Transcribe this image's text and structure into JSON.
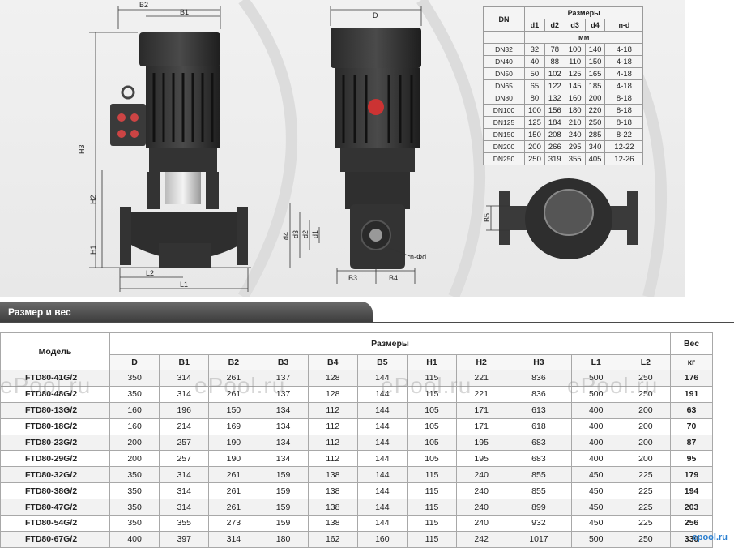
{
  "drawing": {
    "labels": {
      "b2": "B2",
      "b1": "B1",
      "d": "D",
      "h3": "H3",
      "h2": "H2",
      "h1": "H1",
      "l2": "L2",
      "l1": "L1",
      "d4": "d4",
      "d3": "d3",
      "d2": "d2",
      "d1": "d1",
      "b3": "B3",
      "b4": "B4",
      "nd": "n-Φd",
      "b5": "B5"
    }
  },
  "dn_table": {
    "col_dn": "DN",
    "group": "Размеры",
    "cols": [
      "d1",
      "d2",
      "d3",
      "d4",
      "n-d"
    ],
    "unit": "мм",
    "rows": [
      [
        "DN32",
        "32",
        "78",
        "100",
        "140",
        "4-18"
      ],
      [
        "DN40",
        "40",
        "88",
        "110",
        "150",
        "4-18"
      ],
      [
        "DN50",
        "50",
        "102",
        "125",
        "165",
        "4-18"
      ],
      [
        "DN65",
        "65",
        "122",
        "145",
        "185",
        "4-18"
      ],
      [
        "DN80",
        "80",
        "132",
        "160",
        "200",
        "8-18"
      ],
      [
        "DN100",
        "100",
        "156",
        "180",
        "220",
        "8-18"
      ],
      [
        "DN125",
        "125",
        "184",
        "210",
        "250",
        "8-18"
      ],
      [
        "DN150",
        "150",
        "208",
        "240",
        "285",
        "8-22"
      ],
      [
        "DN200",
        "200",
        "266",
        "295",
        "340",
        "12-22"
      ],
      [
        "DN250",
        "250",
        "319",
        "355",
        "405",
        "12-26"
      ]
    ]
  },
  "section": {
    "title": "Размер и вес"
  },
  "main_table": {
    "model_header": "Модель",
    "dims_header": "Размеры",
    "weight_header": "Вес",
    "weight_unit": "кг",
    "cols": [
      "D",
      "B1",
      "B2",
      "B3",
      "B4",
      "B5",
      "H1",
      "H2",
      "H3",
      "L1",
      "L2"
    ],
    "rows": [
      [
        "FTD80-41G/2",
        "350",
        "314",
        "261",
        "137",
        "128",
        "144",
        "115",
        "221",
        "836",
        "500",
        "250",
        "176"
      ],
      [
        "FTD80-48G/2",
        "350",
        "314",
        "261",
        "137",
        "128",
        "144",
        "115",
        "221",
        "836",
        "500",
        "250",
        "191"
      ],
      [
        "FTD80-13G/2",
        "160",
        "196",
        "150",
        "134",
        "112",
        "144",
        "105",
        "171",
        "613",
        "400",
        "200",
        "63"
      ],
      [
        "FTD80-18G/2",
        "160",
        "214",
        "169",
        "134",
        "112",
        "144",
        "105",
        "171",
        "618",
        "400",
        "200",
        "70"
      ],
      [
        "FTD80-23G/2",
        "200",
        "257",
        "190",
        "134",
        "112",
        "144",
        "105",
        "195",
        "683",
        "400",
        "200",
        "87"
      ],
      [
        "FTD80-29G/2",
        "200",
        "257",
        "190",
        "134",
        "112",
        "144",
        "105",
        "195",
        "683",
        "400",
        "200",
        "95"
      ],
      [
        "FTD80-32G/2",
        "350",
        "314",
        "261",
        "159",
        "138",
        "144",
        "115",
        "240",
        "855",
        "450",
        "225",
        "179"
      ],
      [
        "FTD80-38G/2",
        "350",
        "314",
        "261",
        "159",
        "138",
        "144",
        "115",
        "240",
        "855",
        "450",
        "225",
        "194"
      ],
      [
        "FTD80-47G/2",
        "350",
        "314",
        "261",
        "159",
        "138",
        "144",
        "115",
        "240",
        "899",
        "450",
        "225",
        "203"
      ],
      [
        "FTD80-54G/2",
        "350",
        "355",
        "273",
        "159",
        "138",
        "144",
        "115",
        "240",
        "932",
        "450",
        "225",
        "256"
      ],
      [
        "FTD80-67G/2",
        "400",
        "397",
        "314",
        "180",
        "162",
        "160",
        "115",
        "242",
        "1017",
        "500",
        "250",
        "330"
      ]
    ]
  },
  "watermarks": [
    "ePool.ru",
    "ePool.ru",
    "ePool.ru",
    "ePool.ru"
  ],
  "logo_text": "epool.ru"
}
